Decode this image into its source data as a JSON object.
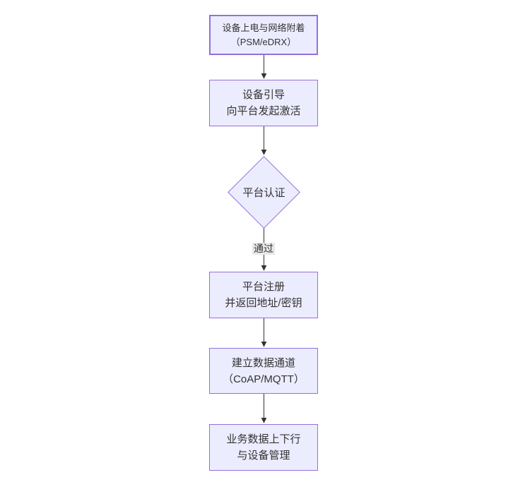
{
  "diagram": {
    "type": "flowchart-top-down",
    "colors": {
      "node_fill": "#ECECFF",
      "node_border": "#9370DB",
      "edge_line": "#333333",
      "edge_label_bg": "#e8e8e8",
      "text": "#333333",
      "background": "#ffffff"
    },
    "nodes": {
      "power": {
        "line1": "设备上电与网络附着",
        "line2": "（PSM/eDRX）"
      },
      "bootstrap": {
        "line1": "设备引导",
        "line2": "向平台发起激活"
      },
      "auth": {
        "label": "平台认证"
      },
      "register": {
        "line1": "平台注册",
        "line2": "并返回地址/密钥"
      },
      "channel": {
        "line1": "建立数据通道",
        "line2": "（CoAP/MQTT）"
      },
      "business": {
        "line1": "业务数据上下行",
        "line2": "与设备管理"
      }
    },
    "edge_labels": {
      "auth_pass": "通过"
    }
  }
}
